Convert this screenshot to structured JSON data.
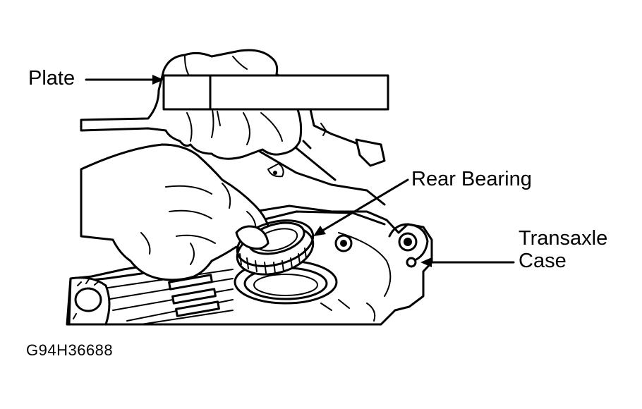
{
  "labels": {
    "plate": "Plate",
    "rear_bearing": "Rear Bearing",
    "transaxle_line1": "Transaxle",
    "transaxle_line2": "Case",
    "figure_code": "G94H36688"
  }
}
